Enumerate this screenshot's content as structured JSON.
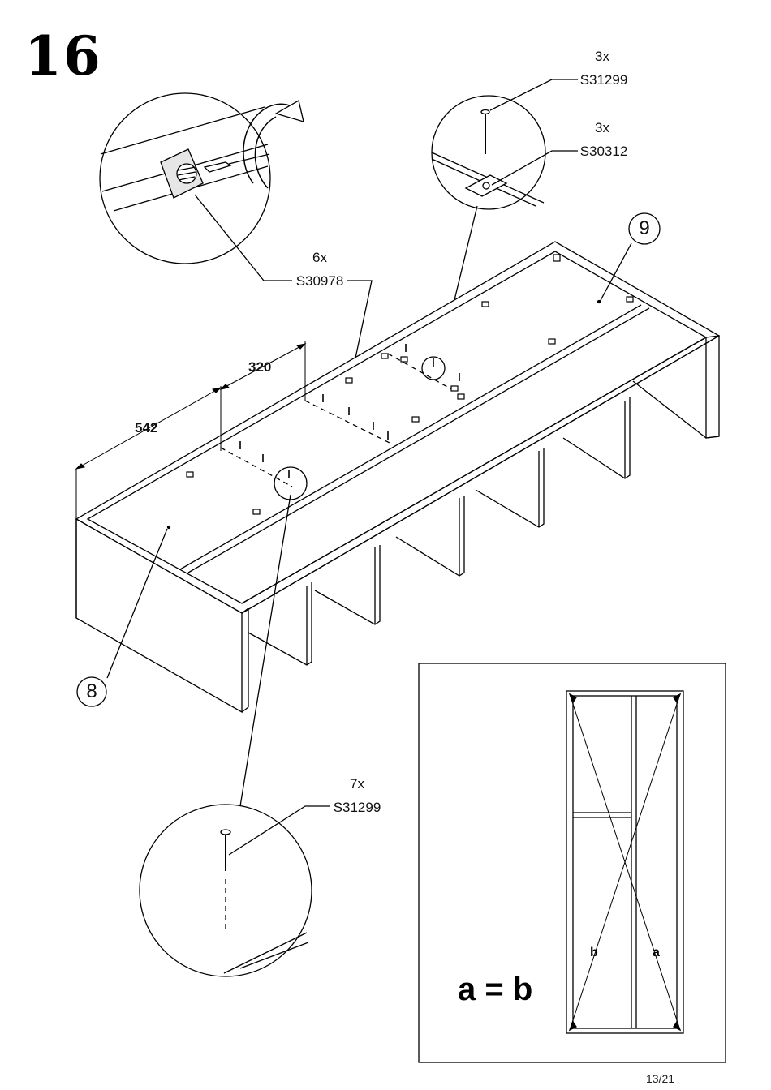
{
  "step": {
    "number": "16"
  },
  "callouts": {
    "nail_top": {
      "qty": "3x",
      "code": "S31299"
    },
    "plate_top": {
      "qty": "3x",
      "code": "S30312"
    },
    "screw": {
      "qty": "6x",
      "code": "S30978"
    },
    "nail_bottom": {
      "qty": "7x",
      "code": "S31299"
    }
  },
  "dimensions": {
    "long": "542",
    "short": "320"
  },
  "parts": {
    "left": "8",
    "right": "9"
  },
  "inset": {
    "equation": "a = b",
    "diag_a": "a",
    "diag_b": "b"
  },
  "footer": {
    "page": "13/21"
  }
}
